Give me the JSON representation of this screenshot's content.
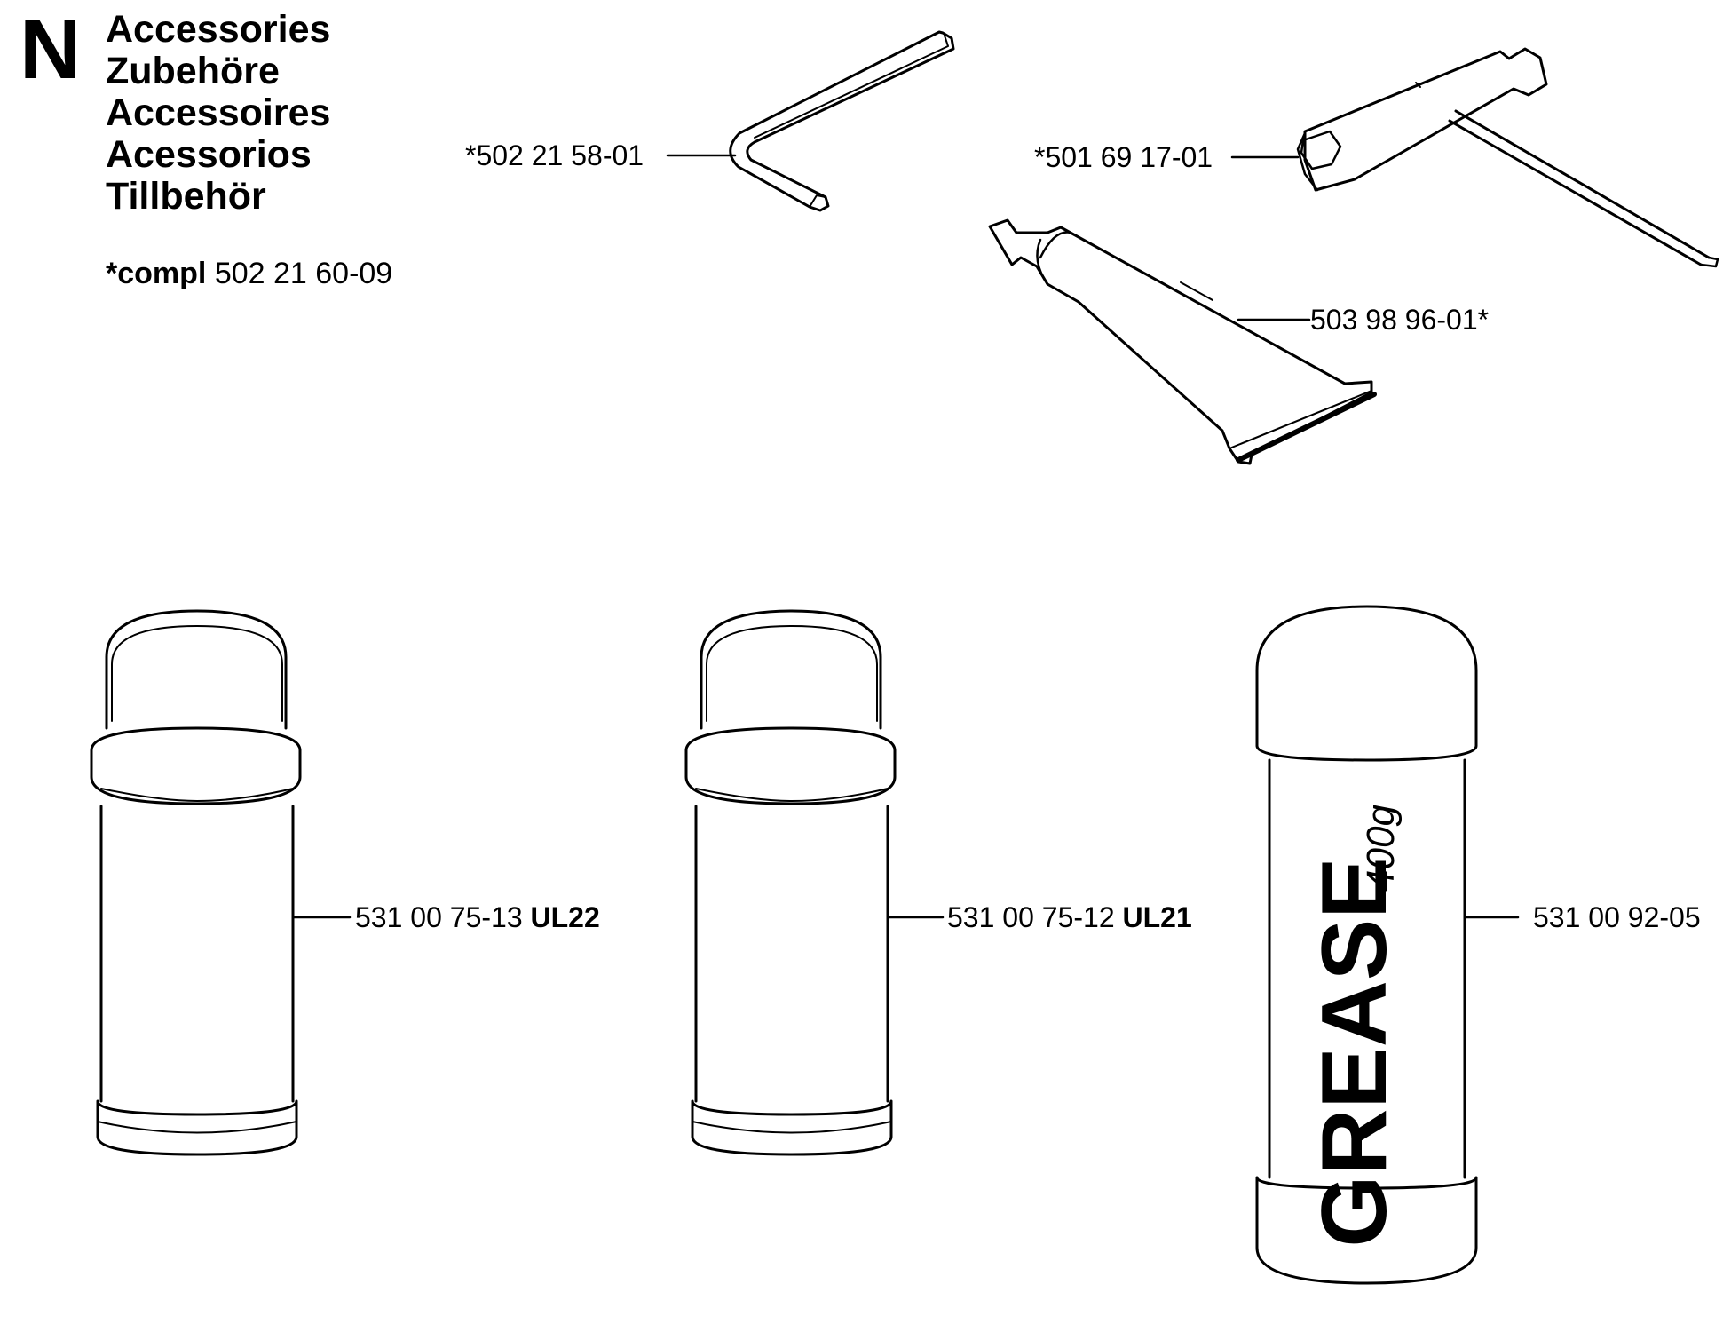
{
  "header": {
    "section_letter": "N",
    "titles": [
      "Accessories",
      "Zubehöre",
      "Accessoires",
      "Acessorios",
      "Tillbehör"
    ],
    "compl_prefix": "*compl",
    "compl_number": "502 21 60-09"
  },
  "parts": {
    "hex_key": {
      "number": "*502 21 58-01"
    },
    "combination_wrench": {
      "number": "*501 69 17-01"
    },
    "grease_tube": {
      "number": "503 98 96-01*"
    },
    "spray_can_left": {
      "number": "531 00 75-13",
      "code": "UL22"
    },
    "spray_can_middle": {
      "number": "531 00 75-12",
      "code": "UL21"
    },
    "grease_cartridge": {
      "number": "531 00 92-05",
      "brand_text": "GREASE",
      "weight_text": "400g"
    }
  }
}
